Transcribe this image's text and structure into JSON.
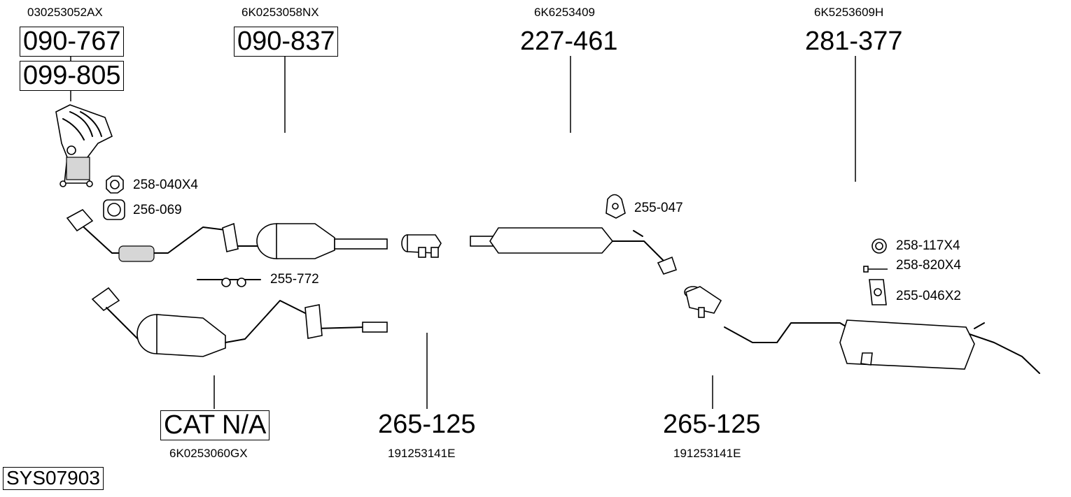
{
  "oem_numbers": {
    "manifold": "030253052AX",
    "front_pipe": "6K0253058NX",
    "middle_silencer": "6K6253409",
    "rear_silencer": "6K5253609H",
    "cat_alt": "6K0253060GX",
    "clamp_a": "191253141E",
    "clamp_b": "191253141E"
  },
  "part_numbers": {
    "manifold_a": "090-767",
    "manifold_b": "099-805",
    "front_pipe": "090-837",
    "middle_silencer": "227-461",
    "rear_silencer": "281-377",
    "cat_alt": "CAT N/A",
    "clamp_a": "265-125",
    "clamp_b": "265-125"
  },
  "fittings": {
    "nut": "258-040X4",
    "gasket": "256-069",
    "mount_middle": "255-047",
    "bracket": "255-772",
    "ring": "258-117X4",
    "bolt": "258-820X4",
    "rubber_mount": "255-046X2"
  },
  "system_id": "SYS07903"
}
